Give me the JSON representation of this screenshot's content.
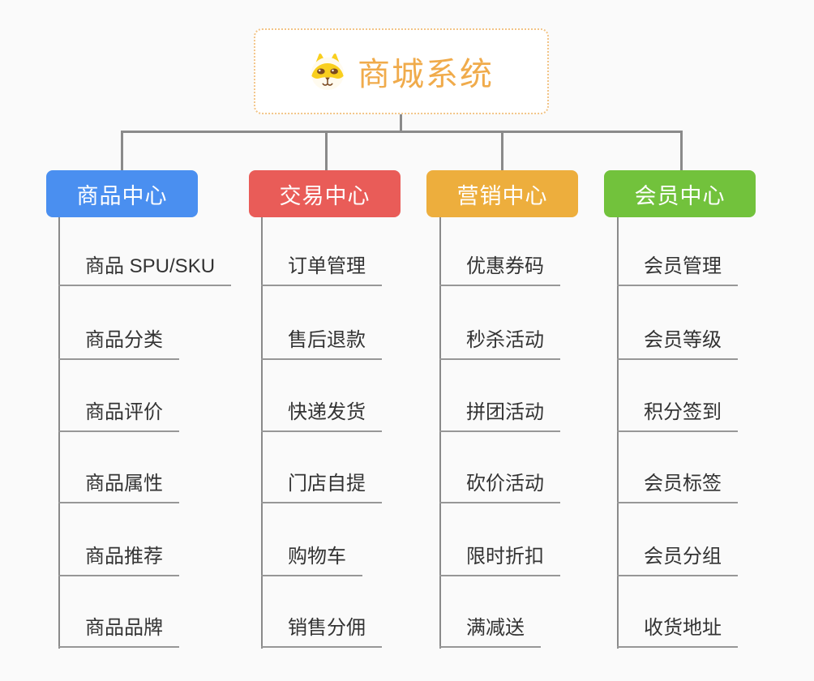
{
  "root": {
    "title": "商城系统",
    "icon": "shiba-dog-face-icon"
  },
  "branches": [
    {
      "label": "商品中心",
      "color": "#4a8ff0",
      "items": [
        "商品 SPU/SKU",
        "商品分类",
        "商品评价",
        "商品属性",
        "商品推荐",
        "商品品牌"
      ]
    },
    {
      "label": "交易中心",
      "color": "#e95c58",
      "items": [
        "订单管理",
        "售后退款",
        "快递发货",
        "门店自提",
        "购物车",
        "销售分佣"
      ]
    },
    {
      "label": "营销中心",
      "color": "#edae3d",
      "items": [
        "优惠券码",
        "秒杀活动",
        "拼团活动",
        "砍价活动",
        "限时折扣",
        "满减送"
      ]
    },
    {
      "label": "会员中心",
      "color": "#72c23c",
      "items": [
        "会员管理",
        "会员等级",
        "积分签到",
        "会员标签",
        "会员分组",
        "收货地址"
      ]
    }
  ],
  "colors": {
    "background": "#fafafa",
    "connector": "#8a8a8a",
    "underline": "#979797",
    "topic_text": "#333333",
    "root_text": "#f0ab4b",
    "root_border": "#f2c487",
    "icon_yellow": "#f9cf1e",
    "icon_cream": "#fffbef",
    "icon_brown": "#7b4a21"
  }
}
